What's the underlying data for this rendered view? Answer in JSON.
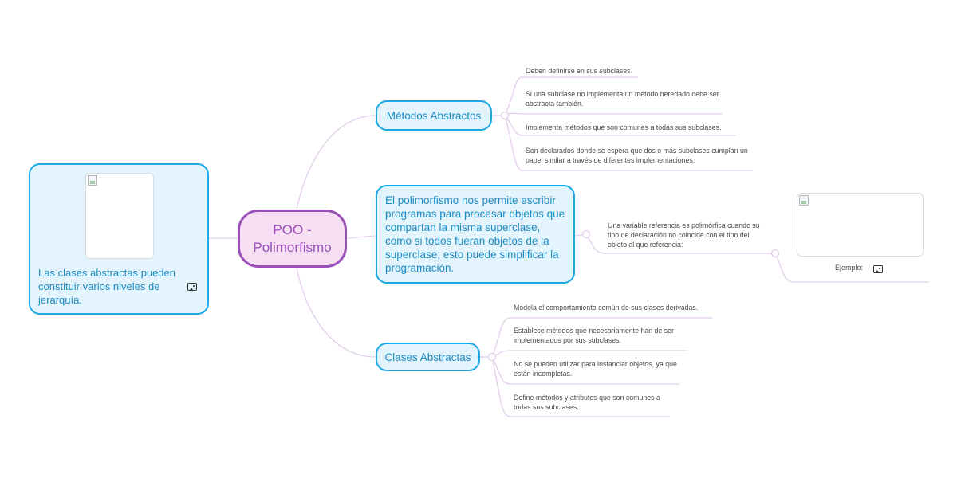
{
  "central": {
    "line1": "POO -",
    "line2": "Polimorfismo"
  },
  "left_topic": {
    "text": "Las clases abstractas pueden constituir varios niveles de jerarquía.",
    "image_icon": "image-icon"
  },
  "topics": {
    "metodos": {
      "label": "Métodos Abstractos",
      "subtopics": [
        "Deben definirse en sus subclases",
        "Si una subclase no implementa un método heredado debe ser abstracta también.",
        "Implementa métodos que son comunes a todas sus subclases.",
        "Son declarados donde se espera que dos o más subclases cumplan un papel similar a través de diferentes implementaciones."
      ]
    },
    "polimorfismo": {
      "label": "El polimorfismo nos permite escribir programas para procesar objetos que compartan la misma superclase, como si todos fueran objetos de la superclase; esto puede simplificar la programación.",
      "subtopic": "Una variable referencia es polimórfica cuando su tipo de declaración no coincide con el tipo del objeto al que referencia:",
      "example_label": "Ejemplo:",
      "example_icon": "image-icon"
    },
    "clases": {
      "label": "Clases Abstractas",
      "subtopics": [
        "Modela el comportamiento común de sus clases derivadas.",
        "Establece métodos que necesariamente han de ser implementados por sus subclases.",
        "No se pueden utilizar para instanciar objetos, ya que están incompletas.",
        "Define métodos y atributos que son comunes a todas sus subclases."
      ]
    }
  },
  "colors": {
    "central_fill": "#f6def3",
    "central_border": "#9b4fb8",
    "topic_fill": "#e3f4fc",
    "topic_border": "#1da7e6",
    "connector": "#e2cdea"
  }
}
